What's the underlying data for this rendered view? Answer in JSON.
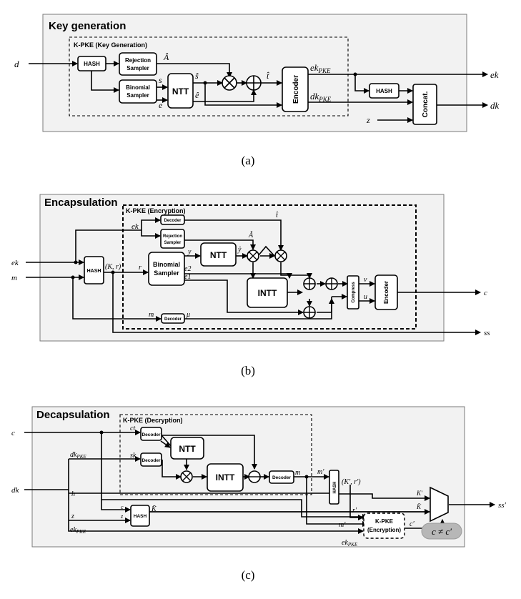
{
  "panel_a": {
    "title": "Key generation",
    "subtitle": "K-PKE (Key Generation)",
    "caption": "(a)",
    "labels": {
      "d": "d",
      "A": "Â",
      "s": "s",
      "e": "e",
      "s_hat": "ŝ",
      "e_hat": "ê",
      "t_hat": "t̂",
      "ek_pke": "ek",
      "ek_pke_sub": "PKE",
      "dk_pke": "dk",
      "dk_pke_sub": "PKE",
      "ek": "ek",
      "dk": "dk",
      "z": "z"
    },
    "blocks": {
      "hash": "HASH",
      "rejection_1": "Rejection",
      "rejection_2": "Sampler",
      "binomial_1": "Binomial",
      "binomial_2": "Sampler",
      "ntt": "NTT",
      "encoder": "Encoder",
      "hash2": "HASH",
      "concat": "Concat."
    }
  },
  "panel_b": {
    "title": "Encapsulation",
    "subtitle": "K-PKE (Encryption)",
    "caption": "(b)",
    "labels": {
      "ek_in": "ek",
      "m_in": "m",
      "Kr": "(K, r)",
      "ek": "ek",
      "t_hat": "t̂",
      "A_hat": "Â",
      "r": "r",
      "y": "y",
      "y_hat": "ŷ",
      "e2": "e2",
      "e1": "e1",
      "m": "m",
      "mu": "μ",
      "v": "v",
      "u": "u",
      "c": "c",
      "ss": "ss"
    },
    "blocks": {
      "hash": "HASH",
      "decoder_top": "Decoder",
      "rejection_1": "Rejection",
      "rejection_2": "Sampler",
      "binomial_1": "Binomial",
      "binomial_2": "Sampler",
      "ntt": "NTT",
      "intt": "INTT",
      "compress": "Compress",
      "encoder": "Encoder",
      "decoder_bottom": "Decoder"
    }
  },
  "panel_c": {
    "title": "Decapsulation",
    "subtitle": "K-PKE (Decryption)",
    "caption": "(c)",
    "labels": {
      "c_in": "c",
      "dk_in": "dk",
      "ct": "ct",
      "dk_pke": "dk",
      "dk_pke_sub": "PKE",
      "sk": "sk",
      "m": "m",
      "m_prime": "m′",
      "Kr_prime": "(K′, r′)",
      "h": "h",
      "z": "z",
      "c_small": "c",
      "z_small": "z",
      "K_bar": "K̄",
      "ek_pke": "ek",
      "ek_pke_sub": "PKE",
      "r_prime": "r′",
      "m_prime2": "m′",
      "c_prime": "c′",
      "K_prime_mux": "K′",
      "K_bar_mux": "K̄",
      "ss_prime": "ss′",
      "ek_pke2": "ek",
      "ek_pke2_sub": "PKE",
      "neq": "c ≠ c′"
    },
    "blocks": {
      "decoder_ct": "Decoder",
      "decoder_sk": "Decoder",
      "ntt": "NTT",
      "intt": "INTT",
      "decoder_m": "Decoder",
      "hash": "HASH",
      "hash2": "HASH",
      "kpke_1": "K-PKE",
      "kpke_2": "(Encryption)"
    }
  }
}
